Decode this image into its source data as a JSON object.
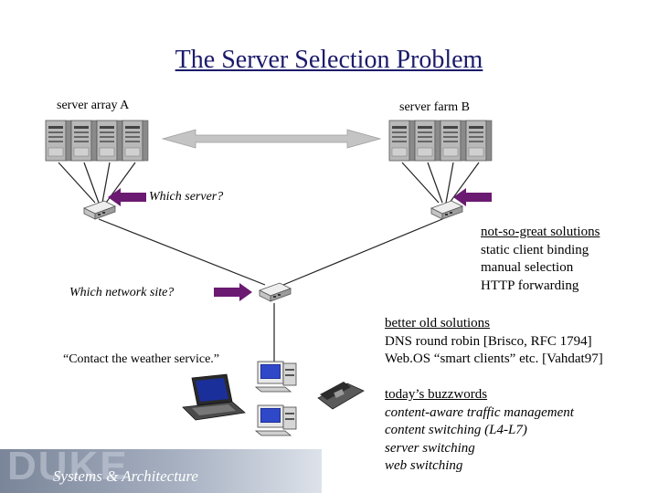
{
  "title": "The Server Selection Problem",
  "labels": {
    "server_array_a": "server array A",
    "server_farm_b": "server farm B",
    "which_server": "Which server?",
    "which_network_site": "Which network site?",
    "contact_weather": "“Contact the weather service.”"
  },
  "groups": {
    "not_so_great": {
      "heading": "not-so-great solutions",
      "items": [
        "static client binding",
        "manual selection",
        "HTTP forwarding"
      ]
    },
    "better_old": {
      "heading": "better old solutions",
      "items": [
        "DNS round robin [Brisco, RFC 1794]",
        "Web.OS “smart clients” etc. [Vahdat97]"
      ]
    },
    "buzzwords": {
      "heading": "today’s buzzwords",
      "items": [
        "content-aware traffic management",
        "content switching (L4-L7)",
        "server switching",
        "web switching"
      ]
    }
  },
  "footer": {
    "logo": "DUKE",
    "subtitle": "Systems & Architecture"
  },
  "colors": {
    "title": "#1b1b6b",
    "arrow": "#6b1a72",
    "double_arrow": "#bfbfbf",
    "server": "#b5b5b5"
  }
}
